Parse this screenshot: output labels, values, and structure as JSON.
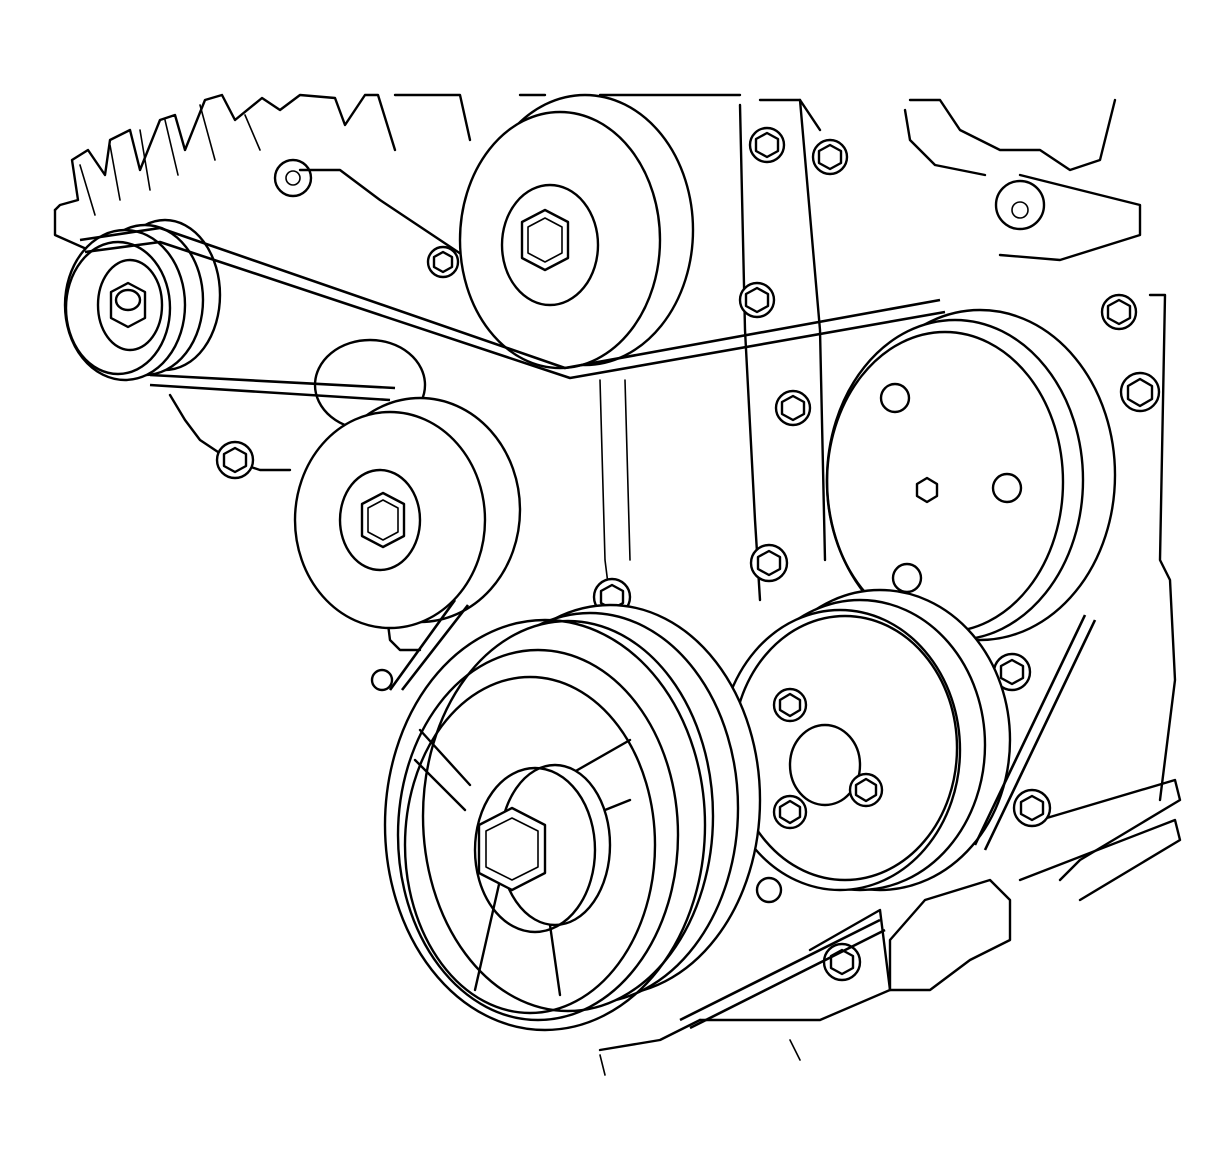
{
  "diagram": {
    "style": "line-art",
    "colors": {
      "line": "#000000",
      "background": "#ffffff"
    },
    "components": [
      {
        "id": "generator-pulley",
        "kind": "pulley"
      },
      {
        "id": "idler-pulley-upper",
        "kind": "pulley"
      },
      {
        "id": "idler-pulley-left",
        "kind": "pulley"
      },
      {
        "id": "power-steering-pulley",
        "kind": "pulley"
      },
      {
        "id": "water-pump-pulley",
        "kind": "pulley"
      },
      {
        "id": "crankshaft-balancer",
        "kind": "pulley"
      },
      {
        "id": "drive-belt",
        "kind": "belt"
      }
    ]
  }
}
